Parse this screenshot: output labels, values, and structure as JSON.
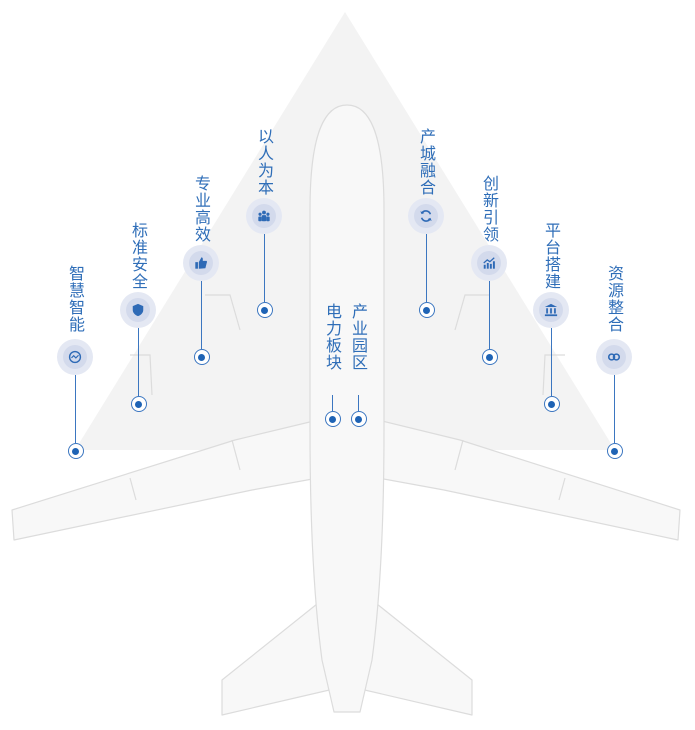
{
  "colors": {
    "accent": "#2f6eb8",
    "icon": "#2e6ab6",
    "halo_outer": "#e4e8f3",
    "halo_inner": "#d3daec",
    "plane_fill": "#f5f5f5",
    "plane_stroke": "#dddddd",
    "triangle_fill": "#f2f2f2"
  },
  "nodes": [
    {
      "label": "智慧智能",
      "icon": "brain-circuit-icon"
    },
    {
      "label": "标准安全",
      "icon": "shield-icon"
    },
    {
      "label": "专业高效",
      "icon": "thumbs-up-icon"
    },
    {
      "label": "以人为本",
      "icon": "people-group-icon"
    },
    {
      "label": "电力板块",
      "icon": ""
    },
    {
      "label": "产业园区",
      "icon": ""
    },
    {
      "label": "产城融合",
      "icon": "refresh-icon"
    },
    {
      "label": "创新引领",
      "icon": "growth-chart-icon"
    },
    {
      "label": "平台搭建",
      "icon": "institution-icon"
    },
    {
      "label": "资源整合",
      "icon": "link-icon"
    }
  ]
}
